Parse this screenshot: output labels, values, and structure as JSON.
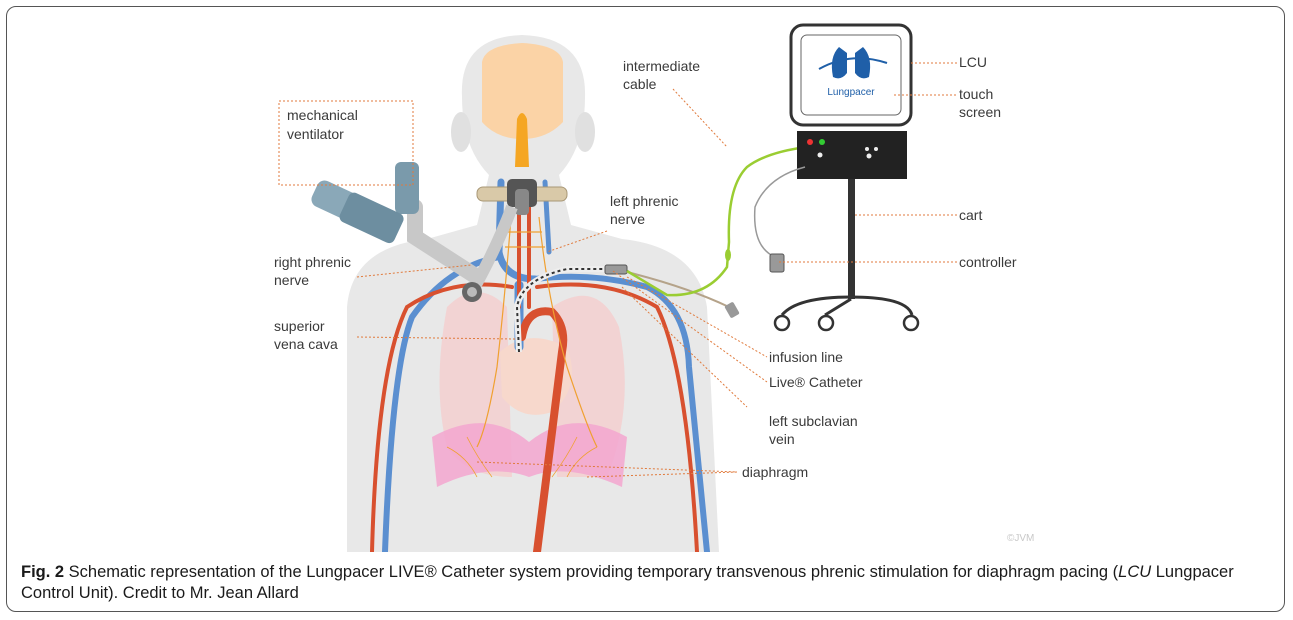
{
  "labels": {
    "mechanical_ventilator": [
      "mechanical",
      "ventilator"
    ],
    "intermediate_cable": [
      "intermediate",
      "cable"
    ],
    "lcu": "LCU",
    "touch_screen": [
      "touch",
      "screen"
    ],
    "left_phrenic_nerve": [
      "left phrenic",
      "nerve"
    ],
    "right_phrenic_nerve": [
      "right phrenic",
      "nerve"
    ],
    "superior_vena_cava": [
      "superior",
      "vena cava"
    ],
    "cart": "cart",
    "controller": "controller",
    "infusion_line": "infusion line",
    "live_catheter": "Live® Catheter",
    "left_subclavian_vein": [
      "left subclavian",
      "vein"
    ],
    "diaphragm": "diaphragm",
    "copyright": "©JVM",
    "screen_logo": "Lungpacer"
  },
  "caption": {
    "fig_label": "Fig. 2",
    "text_1": " Schematic representation of the Lungpacer LIVE® Catheter system providing temporary transvenous phrenic stimulation for diaphragm pacing (",
    "abbr": "LCU",
    "text_2": " Lungpacer Control Unit). Credit to Mr. Jean Allard"
  },
  "colors": {
    "label_text": "#3a3a3a",
    "leader_line": "#e07a3c",
    "vein": "#5b8fd0",
    "artery": "#d8502f",
    "nerve": "#f0a030",
    "cable": "#9acd32",
    "lungs": "#f6c5c5",
    "diaphragm": "#f3a6cf",
    "brain": "#fbd3a6",
    "body": "#e6e6e6"
  }
}
